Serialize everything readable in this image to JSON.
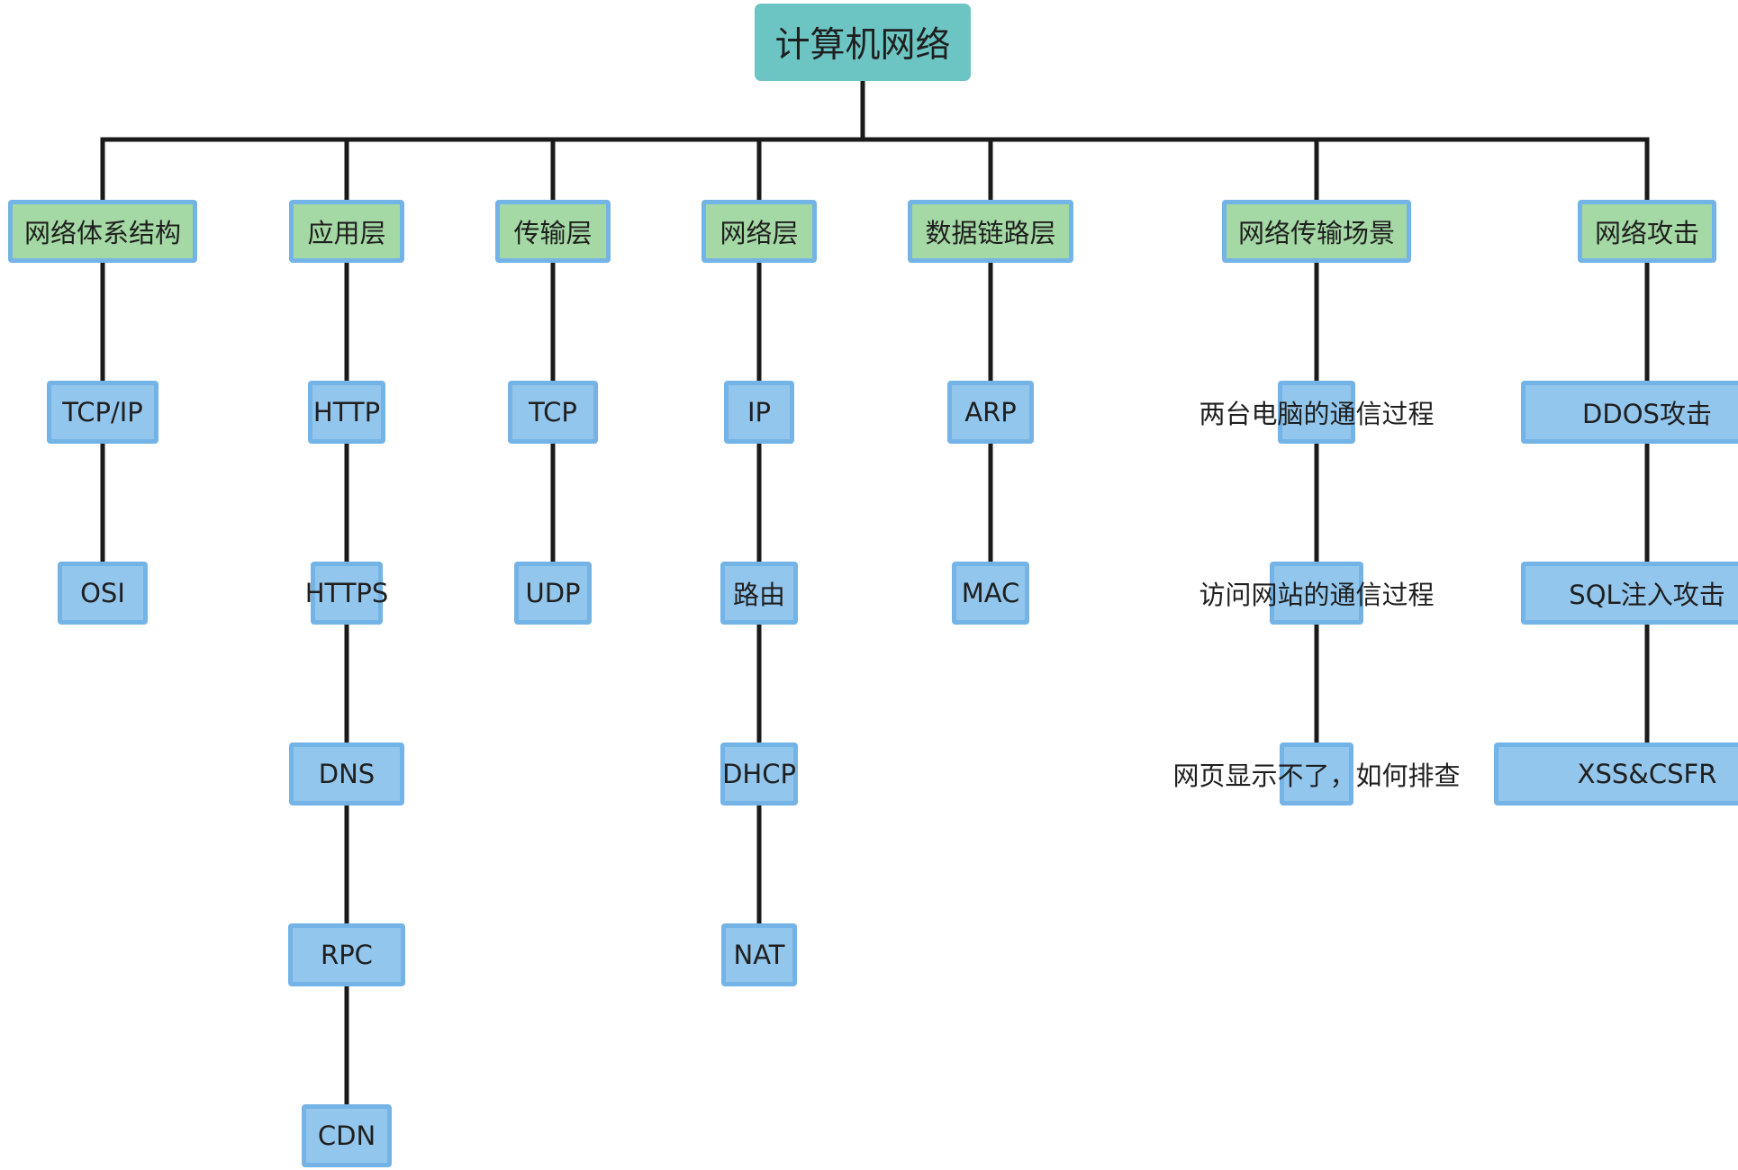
{
  "root": {
    "label": "计算机网络"
  },
  "branches": [
    {
      "label": "网络体系结构",
      "children": [
        "TCP/IP",
        "OSI"
      ]
    },
    {
      "label": "应用层",
      "children": [
        "HTTP",
        "HTTPS",
        "DNS",
        "RPC",
        "CDN"
      ]
    },
    {
      "label": "传输层",
      "children": [
        "TCP",
        "UDP"
      ]
    },
    {
      "label": "网络层",
      "children": [
        "IP",
        "路由",
        "DHCP",
        "NAT"
      ]
    },
    {
      "label": "数据链路层",
      "children": [
        "ARP",
        "MAC"
      ]
    },
    {
      "label": "网络传输场景",
      "children": [
        "两台电脑的通信过程",
        "访问网站的通信过程",
        "网页显示不了，如何排查"
      ]
    },
    {
      "label": "网络攻击",
      "children": [
        "DDOS攻击",
        "SQL注入攻击",
        "XSS&CSFR"
      ]
    }
  ],
  "colors": {
    "root_fill": "#6cc5c2",
    "category_fill": "#a4d8a4",
    "leaf_fill": "#93c6ec",
    "node_border": "#73b3e6",
    "connector": "#1a1a1a"
  }
}
